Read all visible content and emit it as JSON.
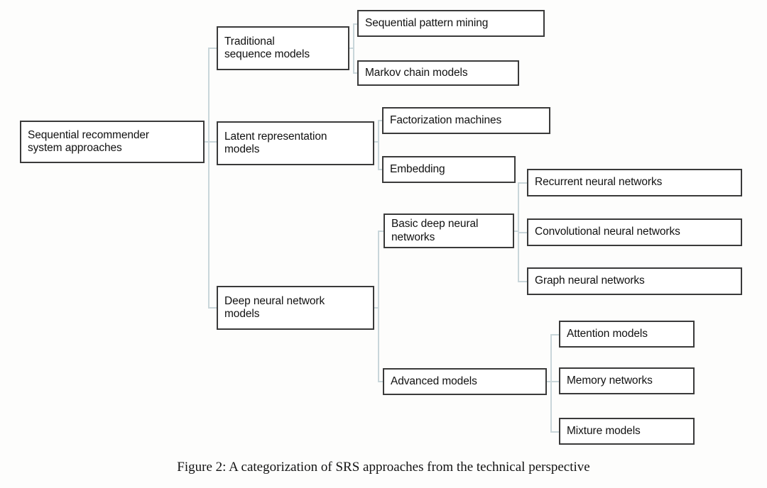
{
  "figure": {
    "caption": "Figure 2: A categorization of SRS approaches from the technical perspective",
    "background_color": "#fdfdfc",
    "box_border_color": "#3a3a3a",
    "connector_color": "#c9d6da",
    "text_color": "#111111"
  },
  "tree": {
    "root": {
      "label": "Sequential recommender\nsystem approaches"
    },
    "level2": [
      {
        "label": "Traditional\nsequence models"
      },
      {
        "label": "Latent representation\nmodels"
      },
      {
        "label": "Deep neural network\nmodels"
      }
    ],
    "traditional_children": [
      {
        "label": "Sequential pattern mining"
      },
      {
        "label": "Markov chain models"
      }
    ],
    "latent_children": [
      {
        "label": "Factorization machines"
      },
      {
        "label": "Embedding"
      }
    ],
    "deep_children": [
      {
        "label": "Basic deep neural\nnetworks"
      },
      {
        "label": "Advanced models"
      }
    ],
    "basic_deep_children": [
      {
        "label": "Recurrent neural networks"
      },
      {
        "label": "Convolutional neural networks"
      },
      {
        "label": "Graph neural networks"
      }
    ],
    "advanced_children": [
      {
        "label": "Attention models"
      },
      {
        "label": "Memory networks"
      },
      {
        "label": "Mixture models"
      }
    ]
  }
}
